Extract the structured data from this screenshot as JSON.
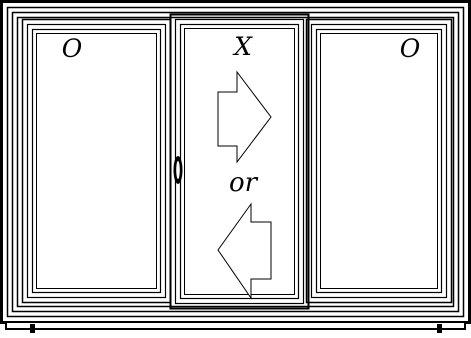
{
  "panels": {
    "left": {
      "label": "O"
    },
    "center": {
      "label": "X"
    },
    "right": {
      "label": "O"
    }
  },
  "center_text": "or",
  "arrows": {
    "upper": {
      "direction": "right"
    },
    "lower": {
      "direction": "left"
    }
  },
  "colors": {
    "line": "#000000",
    "background": "#ffffff"
  }
}
